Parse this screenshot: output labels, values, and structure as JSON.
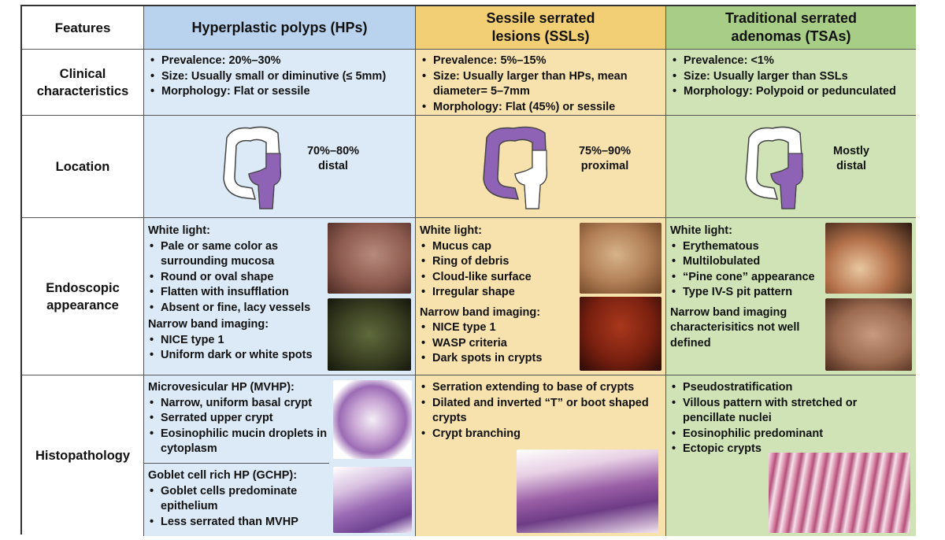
{
  "header": {
    "features": "Features",
    "hp": "Hyperplastic polyps (HPs)",
    "ssl": "Sessile serrated\nlesions (SSLs)",
    "tsa": "Traditional serrated\nadenomas (TSAs)"
  },
  "rows": {
    "clinical": "Clinical\ncharacteristics",
    "location": "Location",
    "endoscopic": "Endoscopic\nappearance",
    "histopathology": "Histopathology"
  },
  "clinical": {
    "hp": [
      "Prevalence: 20%–30%",
      "Size: Usually small or diminutive (≤ 5mm)",
      "Morphology: Flat or sessile"
    ],
    "ssl": [
      "Prevalence: 5%–15%",
      "Size: Usually larger than HPs, mean diameter= 5–7mm",
      "Morphology: Flat (45%) or sessile"
    ],
    "tsa": [
      "Prevalence: <1%",
      "Size: Usually larger than SSLs",
      "Morphology: Polypoid or pedunculated"
    ]
  },
  "location": {
    "hp": "70%–80%\ndistal",
    "ssl": "75%–90%\nproximal",
    "tsa": "Mostly\ndistal"
  },
  "endoscopic": {
    "hp": {
      "white_light_title": "White light:",
      "white_light": [
        "Pale or same color as surrounding mucosa",
        "Round or oval shape",
        "Flatten with insufflation",
        "Absent or fine, lacy vessels"
      ],
      "nbi_title": "Narrow band imaging:",
      "nbi": [
        "NICE type 1",
        "Uniform dark or white spots"
      ]
    },
    "ssl": {
      "white_light_title": "White light:",
      "white_light": [
        "Mucus cap",
        "Ring of debris",
        "Cloud-like surface",
        "Irregular shape"
      ],
      "nbi_title": "Narrow band imaging:",
      "nbi": [
        "NICE type 1",
        "WASP criteria",
        "Dark spots in crypts"
      ]
    },
    "tsa": {
      "white_light_title": "White light:",
      "white_light": [
        "Erythematous",
        "Multilobulated",
        "“Pine cone” appearance",
        "Type IV-S pit pattern"
      ],
      "nbi_note": "Narrow band imaging characterisitics not well defined"
    }
  },
  "histopathology": {
    "hp": {
      "mvhp_title": "Microvesicular HP (MVHP):",
      "mvhp": [
        "Narrow, uniform basal crypt",
        "Serrated upper crypt",
        "Eosinophilic mucin droplets in cytoplasm"
      ],
      "gchp_title": "Goblet cell rich HP (GCHP):",
      "gchp": [
        "Goblet cells predominate epithelium",
        "Less serrated than MVHP"
      ]
    },
    "ssl": [
      "Serration extending to base of crypts",
      "Dilated and inverted “T” or boot shaped crypts",
      "Crypt branching"
    ],
    "tsa": [
      "Pseudostratification",
      "Villous pattern with stretched or pencillate nuclei",
      "Eosinophilic predominant",
      "Ectopic crypts"
    ]
  },
  "colors": {
    "hp_header": "#b9d2ee",
    "hp_body": "#dce9f6",
    "ssl_header": "#f2cf74",
    "ssl_body": "#f7e2ad",
    "tsa_header": "#a7cd86",
    "tsa_body": "#cfe3b6",
    "colon_fill": "#8e63b5"
  }
}
